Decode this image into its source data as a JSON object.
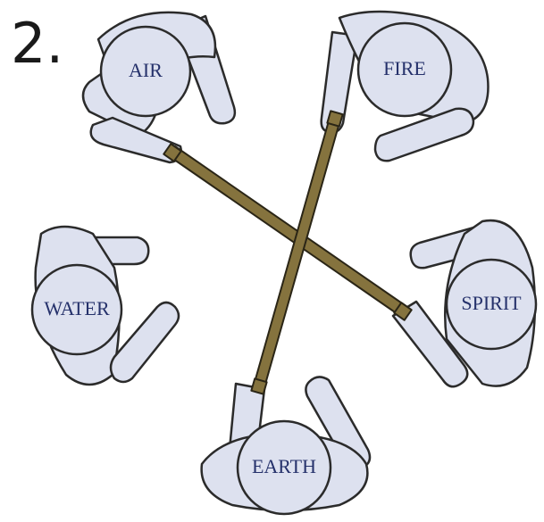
{
  "step_number": "2.",
  "figures": [
    {
      "id": "air",
      "label": "AIR"
    },
    {
      "id": "fire",
      "label": "FIRE"
    },
    {
      "id": "water",
      "label": "WATER"
    },
    {
      "id": "spirit",
      "label": "SPIRIT"
    },
    {
      "id": "earth",
      "label": "EARTH"
    }
  ],
  "colors": {
    "figure_fill": "#dde1ef",
    "outline": "#2b2b2b",
    "label_text": "#25316b",
    "stick": "#85733e"
  }
}
